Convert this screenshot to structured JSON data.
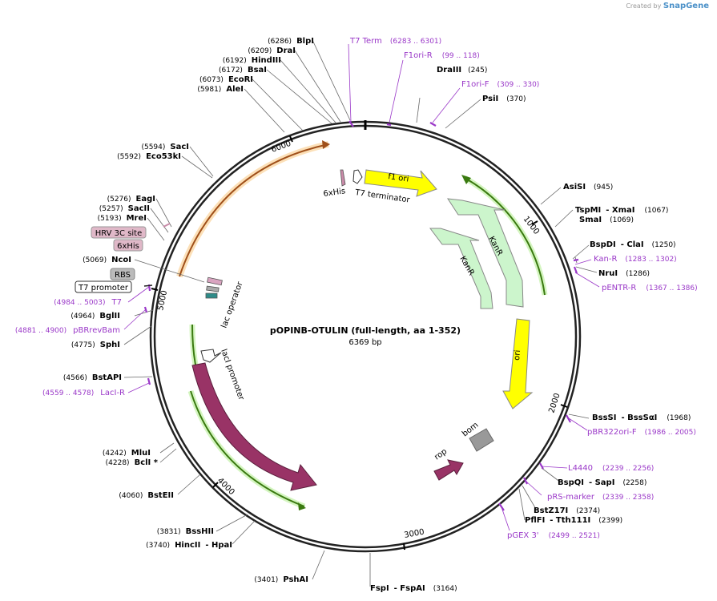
{
  "watermark": {
    "created_by": "Created by",
    "brand": "SnapGene"
  },
  "center": {
    "title": "pOPINB-OTULIN (full-length, aa 1-352)",
    "size": "6369 bp"
  },
  "ticks": [
    "1000",
    "2000",
    "3000",
    "4000",
    "5000",
    "6000"
  ],
  "enzymes_right": [
    {
      "name": "DraIII",
      "pos": "(245)"
    },
    {
      "name": "PsiI",
      "pos": "(370)"
    },
    {
      "name": "AsiSI",
      "pos": "(945)"
    },
    {
      "name": "TspMI",
      "dash": "- XmaI",
      "pos": "(1067)"
    },
    {
      "name": "SmaI",
      "pos": "(1069)"
    },
    {
      "name": "BspDI",
      "dash": "- ClaI",
      "pos": "(1250)"
    },
    {
      "name": "NruI",
      "pos": "(1286)"
    },
    {
      "name": "BssSI",
      "dash": "- BssSαI",
      "pos": "(1968)"
    },
    {
      "name": "BspQI",
      "dash": "- SapI",
      "pos": "(2258)"
    },
    {
      "name": "BstZ17I",
      "pos": "(2374)"
    },
    {
      "name": "PflFI",
      "dash": "- Tth111I",
      "pos": "(2399)"
    }
  ],
  "enzymes_left": [
    {
      "name": "BlpI",
      "pos": "(6286)"
    },
    {
      "name": "DraI",
      "pos": "(6209)"
    },
    {
      "name": "HindIII",
      "pos": "(6192)"
    },
    {
      "name": "BsaI",
      "pos": "(6172)"
    },
    {
      "name": "EcoRI",
      "pos": "(6073)"
    },
    {
      "name": "AleI",
      "pos": "(5981)"
    },
    {
      "name": "SacI",
      "pos": "(5594)"
    },
    {
      "name": "Eco53kI",
      "pos": "(5592)"
    },
    {
      "name": "EagI",
      "pos": "(5276)"
    },
    {
      "name": "SacII",
      "pos": "(5257)"
    },
    {
      "name": "MreI",
      "pos": "(5193)"
    },
    {
      "name": "NcoI",
      "pos": "(5069)"
    },
    {
      "name": "BglII",
      "pos": "(4964)"
    },
    {
      "name": "SphI",
      "pos": "(4775)"
    },
    {
      "name": "BstAPI",
      "pos": "(4566)"
    },
    {
      "name": "MluI",
      "pos": "(4242)"
    },
    {
      "name": "BclI *",
      "pos": "(4228)"
    },
    {
      "name": "BstEII",
      "pos": "(4060)"
    },
    {
      "name": "BssHII",
      "pos": "(3831)"
    },
    {
      "name": "HincII",
      "dash": "- HpaI",
      "pos": "(3740)"
    },
    {
      "name": "PshAI",
      "pos": "(3401)"
    },
    {
      "name": "FspI",
      "dash": "- FspAI",
      "pos": "(3164)"
    }
  ],
  "primers": [
    {
      "name": "T7 Term",
      "range": "(6283 .. 6301)"
    },
    {
      "name": "F1ori-R",
      "range": "(99 .. 118)"
    },
    {
      "name": "F1ori-F",
      "range": "(309 .. 330)"
    },
    {
      "name": "Kan-R",
      "range": "(1283 .. 1302)"
    },
    {
      "name": "pENTR-R",
      "range": "(1367 .. 1386)"
    },
    {
      "name": "pBR322ori-F",
      "range": "(1986 .. 2005)"
    },
    {
      "name": "L4440",
      "range": "(2239 .. 2256)"
    },
    {
      "name": "pRS-marker",
      "range": "(2339 .. 2358)"
    },
    {
      "name": "pGEX 3'",
      "range": "(2499 .. 2521)"
    },
    {
      "name": "T7",
      "range": "(4984 .. 5003)"
    },
    {
      "name": "pBRrevBam",
      "range": "(4881 .. 4900)"
    },
    {
      "name": "LacI-R",
      "range": "(4559 .. 4578)"
    }
  ],
  "boxed_features": [
    "HRV 3C site",
    "6xHis",
    "RBS",
    "T7 promoter"
  ],
  "features": {
    "f1_ori": "f1 ori",
    "kanr_outer": "KanR",
    "kanr_inner": "KanR",
    "ori": "ori",
    "bom": "bom",
    "rop": "rop",
    "laci": "lacI",
    "laci_promoter": "lacI promoter",
    "lac_operator": "lac operator",
    "t7_terminator": "T7 terminator",
    "his6": "6xHis"
  },
  "colors": {
    "primer": "#9a38c8",
    "f1_ori": "#ffff00",
    "kanr": "#ccf5cc",
    "ori": "#ffff00",
    "laci": "#993366",
    "bom": "#999999",
    "green_arc": "#4a8a10",
    "orange_arc": "#c06010"
  }
}
